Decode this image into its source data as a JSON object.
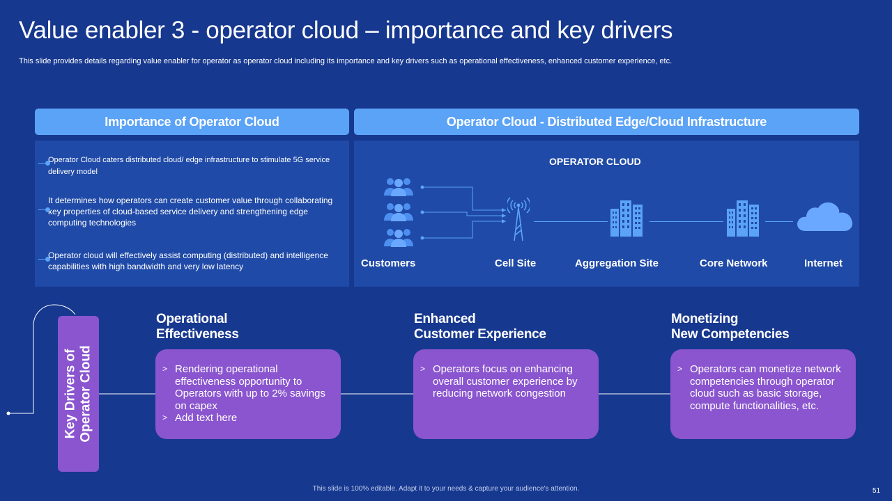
{
  "slide": {
    "title": "Value enabler 3 - operator cloud – importance and key drivers",
    "subtitle": "This slide provides details regarding value enabler for operator as operator cloud including its importance and key drivers such as operational effectiveness, enhanced customer experience, etc.",
    "footer": "This slide is 100% editable. Adapt it to your needs & capture your audience's attention.",
    "page_number": "51"
  },
  "importance": {
    "header": "Importance of Operator Cloud",
    "bullets": [
      "Operator Cloud caters distributed cloud/ edge infrastructure to stimulate 5G service delivery model",
      "It determines how operators can create customer value through collaborating key properties of cloud-based service delivery and strengthening edge computing technologies",
      "Operator cloud will effectively assist computing (distributed) and intelligence capabilities with high bandwidth and very low latency"
    ]
  },
  "infrastructure": {
    "header": "Operator Cloud - Distributed Edge/Cloud Infrastructure",
    "cloud_label": "OPERATOR CLOUD",
    "nodes": [
      "Customers",
      "Cell Site",
      "Aggregation Site",
      "Core Network",
      "Internet"
    ]
  },
  "drivers": {
    "side_label_line1": "Key Drivers of",
    "side_label_line2": "Operator Cloud",
    "items": [
      {
        "title_line1": "Operational",
        "title_line2": "Effectiveness",
        "points": [
          "Rendering operational effectiveness opportunity to Operators with up to 2% savings on capex",
          "Add text here"
        ]
      },
      {
        "title_line1": "Enhanced",
        "title_line2": "Customer Experience",
        "points": [
          "Operators focus on enhancing overall customer experience by reducing network congestion"
        ]
      },
      {
        "title_line1": "Monetizing",
        "title_line2": "New Competencies",
        "points": [
          "Operators can monetize network competencies through operator cloud such as basic storage, compute functionalities, etc."
        ]
      }
    ]
  },
  "colors": {
    "background": "#17388f",
    "header_bar": "#5ba3f7",
    "panel": "#1f4aa7",
    "driver_box": "#8a55cf",
    "accent": "#5ba3f7"
  },
  "icons": [
    "people-icon",
    "cell-tower-icon",
    "building-icon",
    "cloud-icon"
  ]
}
